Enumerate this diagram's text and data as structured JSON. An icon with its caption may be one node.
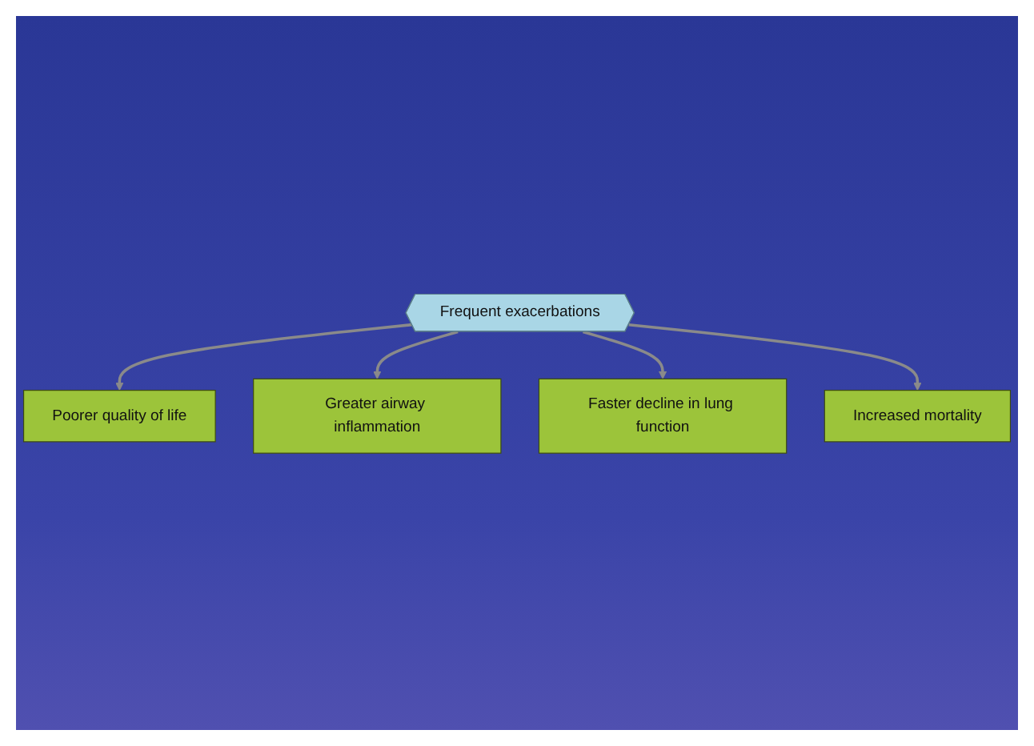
{
  "diagram": {
    "nodes": [
      {
        "text": [
          "Poorer quality of life"
        ]
      },
      {
        "text": [
          "Greater airway inflammation"
        ]
      },
      {
        "text": [
          "Frequent exacerbations"
        ]
      },
      {
        "text": [
          "Faster decline in lung function"
        ]
      },
      {
        "text": [
          "Increased mortality"
        ]
      }
    ],
    "edges": [
      {
        "from": 2,
        "to": 0,
        "arrow": "to"
      },
      {
        "from": 2,
        "to": 1,
        "arrow": "to"
      },
      {
        "from": 2,
        "to": 3,
        "arrow": "to"
      },
      {
        "from": 2,
        "to": 4,
        "arrow": "to"
      }
    ]
  }
}
